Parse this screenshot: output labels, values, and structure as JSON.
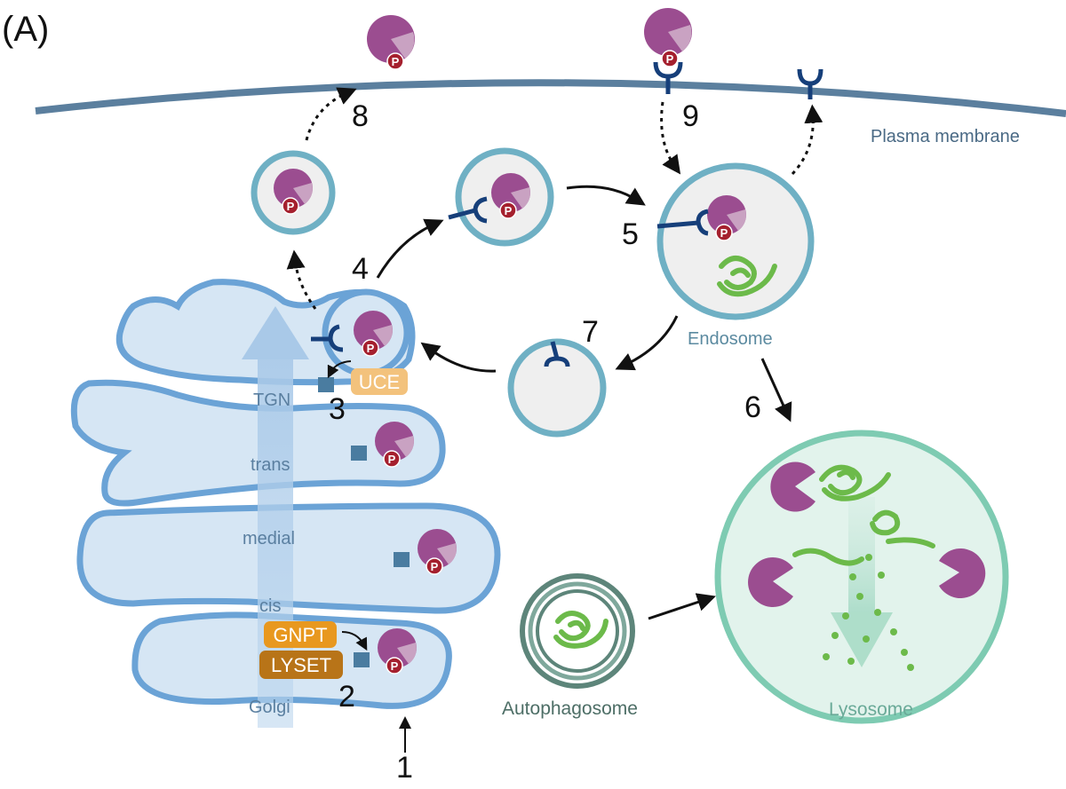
{
  "panel_label": "(A)",
  "labels": {
    "plasma_membrane": "Plasma membrane",
    "endosome": "Endosome",
    "lysosome": "Lysosome",
    "autophagosome": "Autophagosome",
    "golgi": "Golgi",
    "tgn": "TGN",
    "trans": "trans",
    "medial": "medial",
    "cis": "cis"
  },
  "enzymes": {
    "gnpt": "GNPT",
    "lyset": "LYSET",
    "uce": "UCE"
  },
  "phosphate": "P",
  "steps": [
    "1",
    "2",
    "3",
    "4",
    "5",
    "6",
    "7",
    "8",
    "9"
  ],
  "colors": {
    "membrane": "#5b7f9e",
    "golgi_outline": "#6ba3d6",
    "golgi_fill": "#d6e6f4",
    "vesicle_outline": "#6fb0c4",
    "vesicle_fill": "#efefef",
    "enzyme": "#9b4d90",
    "enzyme_light": "#c9a2c2",
    "phosphate": "#a5202e",
    "receptor": "#163f7a",
    "gnpt": "#e8981f",
    "lyset": "#b87418",
    "uce": "#f3c27c",
    "substrate": "#6cba4a",
    "lysosome": "#7ecbb2",
    "autophagosome": "#5d857a"
  }
}
